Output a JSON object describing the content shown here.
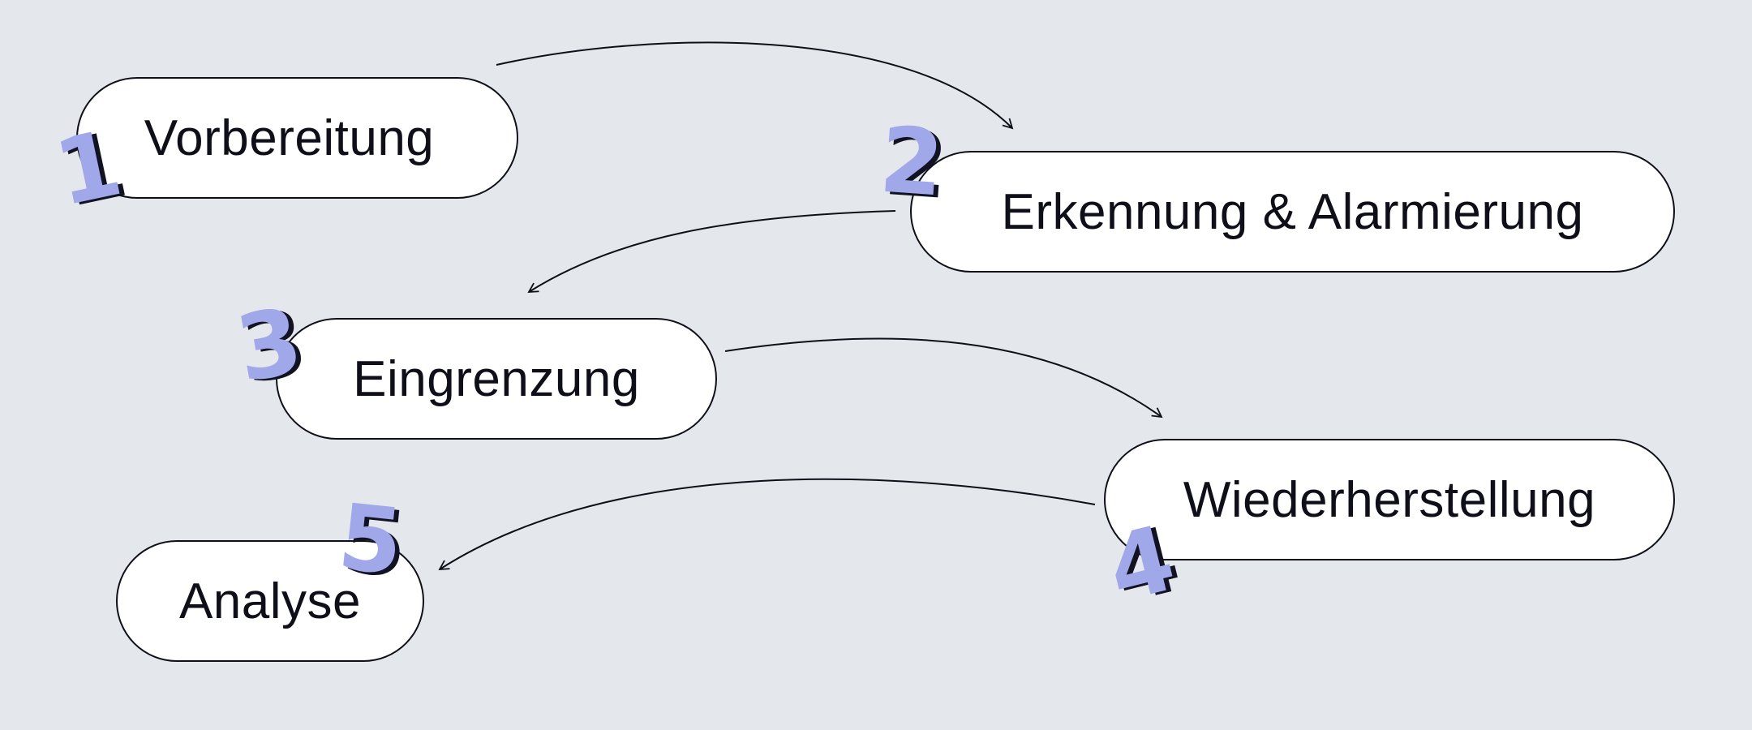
{
  "diagram": {
    "steps": [
      {
        "number": "1",
        "label": "Vorbereitung"
      },
      {
        "number": "2",
        "label": "Erkennung & Alarmierung"
      },
      {
        "number": "3",
        "label": "Eingrenzung"
      },
      {
        "number": "4",
        "label": "Wiederherstellung"
      },
      {
        "number": "5",
        "label": "Analyse"
      }
    ],
    "colors": {
      "background": "#e4e7eb",
      "pill_fill": "#ffffff",
      "outline": "#0f0f1a",
      "number_fill": "#a0a8ea",
      "number_shadow": "#111322"
    }
  }
}
